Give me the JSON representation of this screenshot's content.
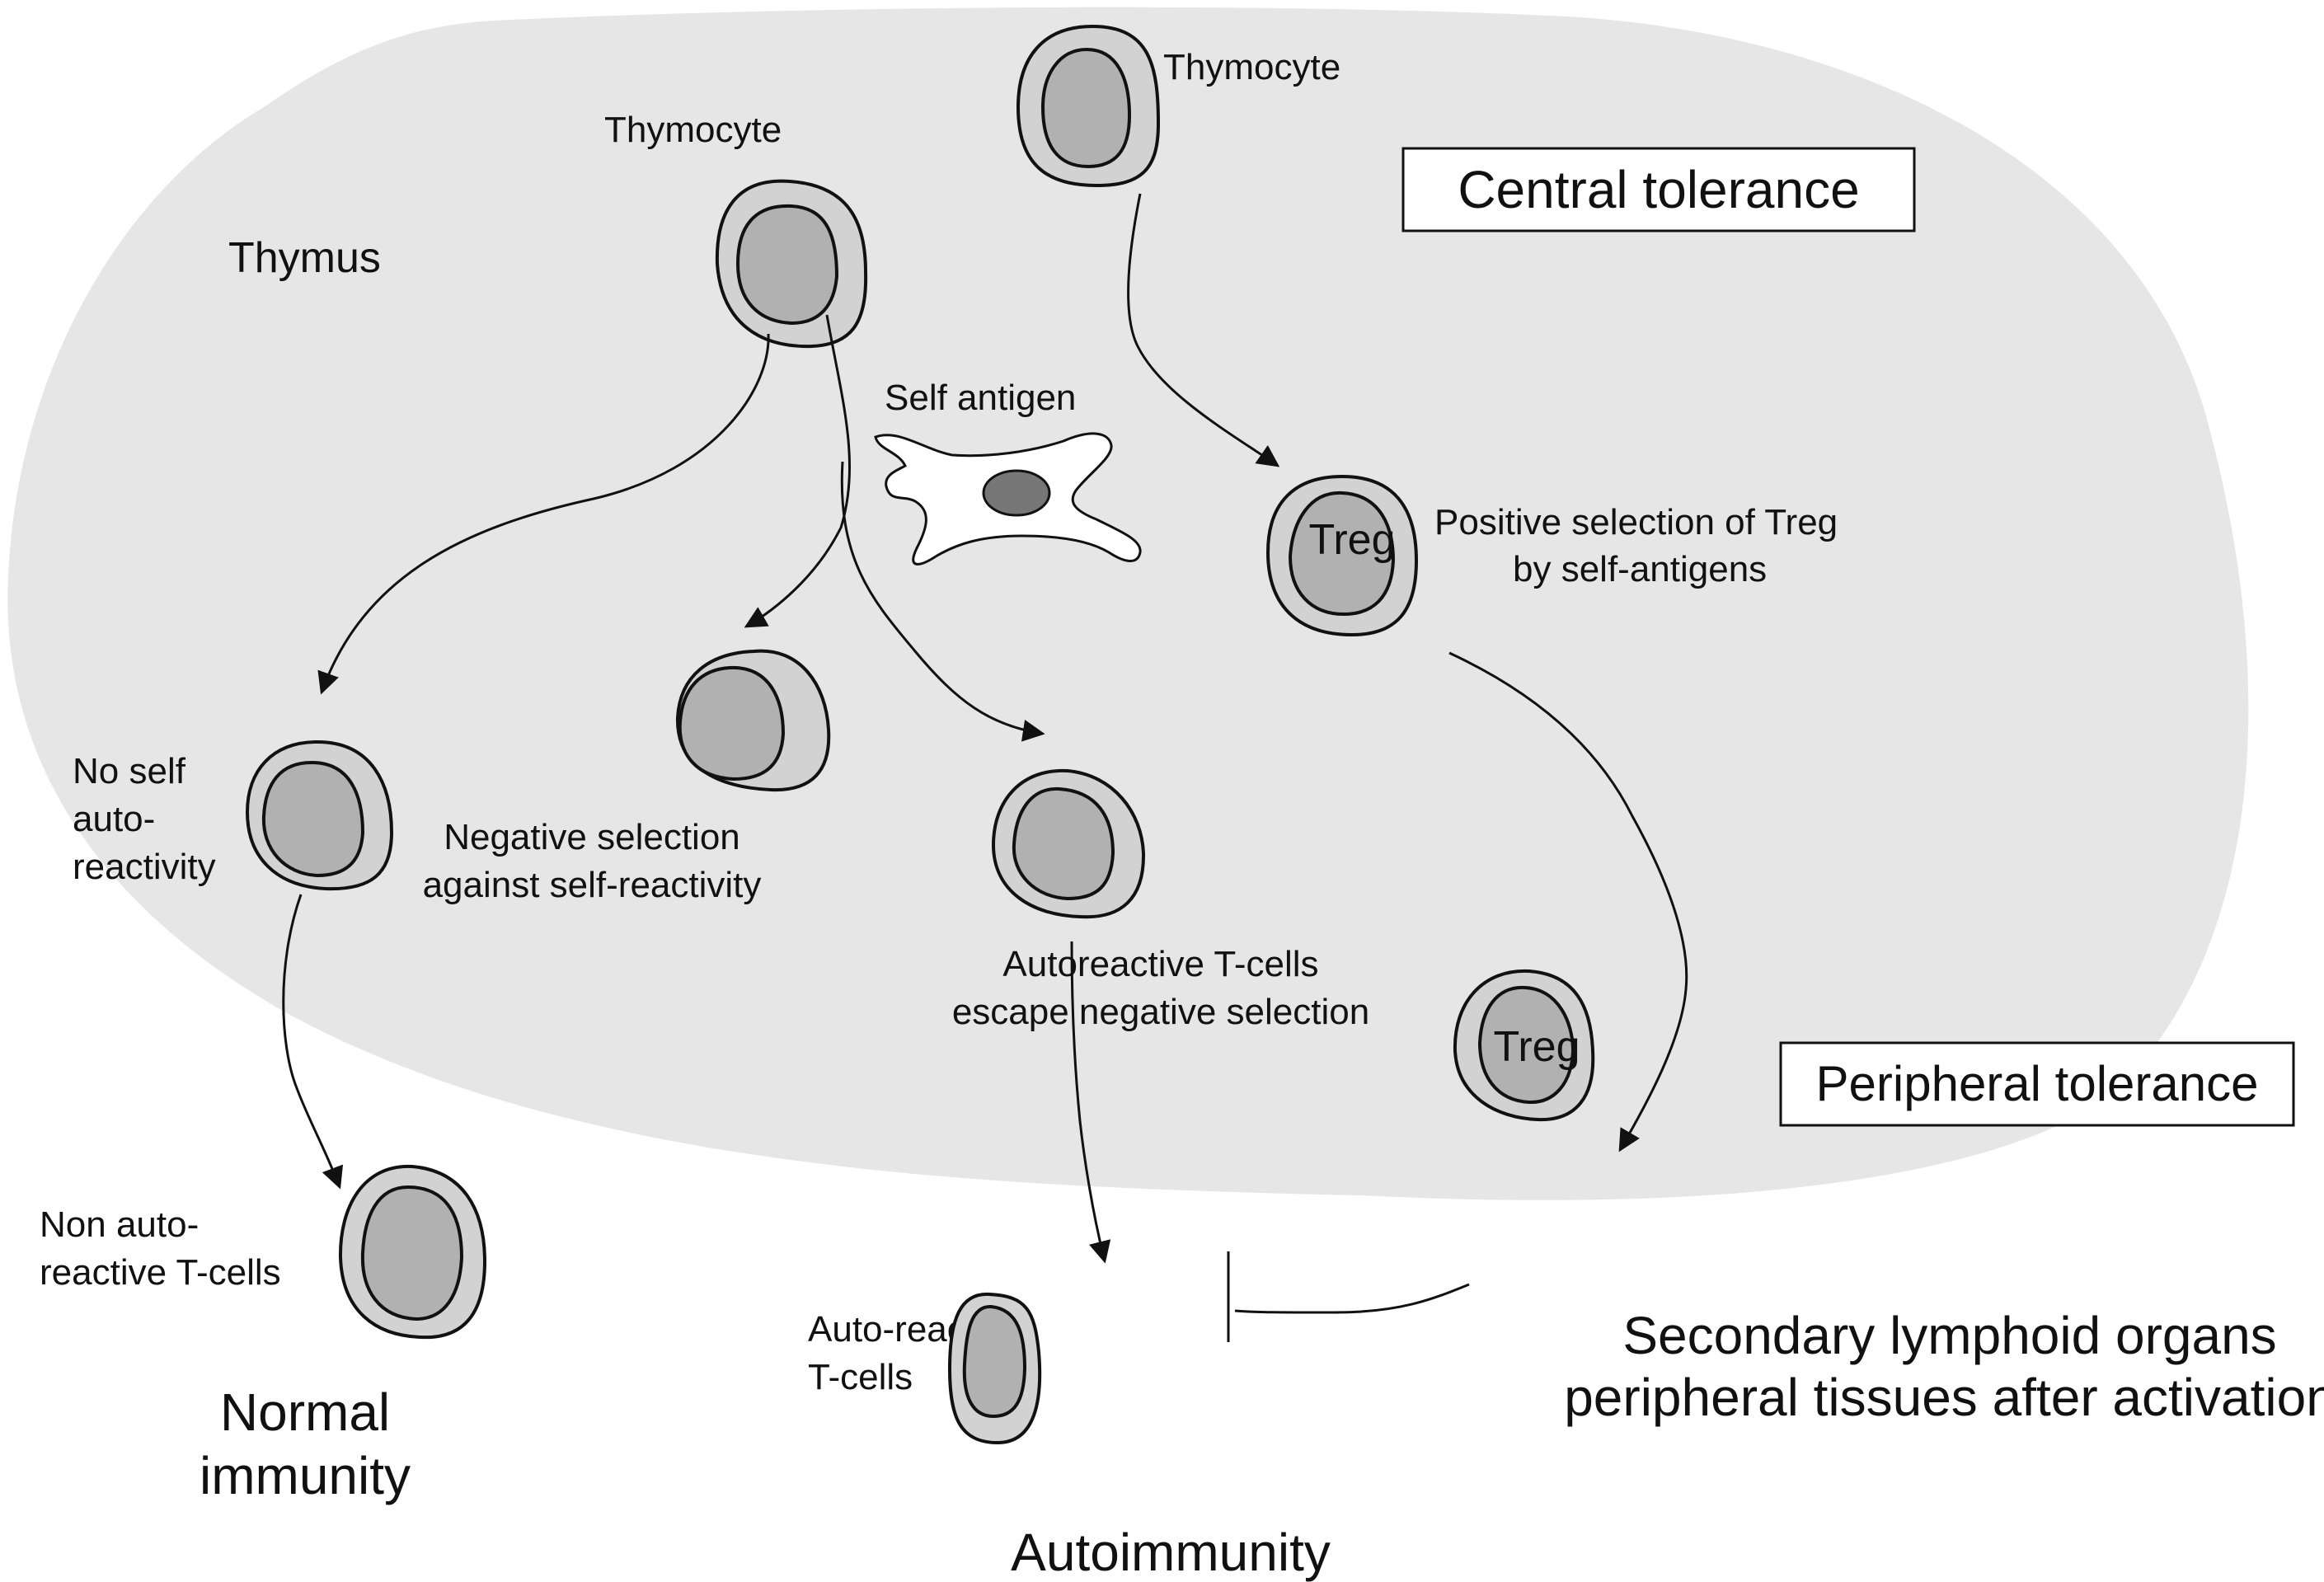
{
  "diagram": {
    "title": "Central and peripheral T-cell tolerance",
    "regions": {
      "thymus": "Thymus",
      "central_box": "Central tolerance",
      "peripheral_box": "Peripheral tolerance",
      "secondary_line1": "Secondary lymphoid organs",
      "secondary_line2": "peripheral tissues after activation"
    },
    "labels": {
      "thymocyte_left": "Thymocyte",
      "thymocyte_right": "Thymocyte",
      "self_antigen": "Self antigen",
      "treg_central": "Treg",
      "treg_peripheral": "Treg",
      "positive_line1": "Positive selection of Treg",
      "positive_line2": "by self-antigens",
      "noself_line1": "No self",
      "noself_line2": "auto-",
      "noself_line3": "reactivity",
      "negative_line1": "Negative selection",
      "negative_line2": "against self-reactivity",
      "escape_line1": "Autoreactive T-cells",
      "escape_line2": "escape negative selection",
      "nonauto_line1": "Non auto-",
      "nonauto_line2": "reactive T-cells",
      "autoreactive_line1": "Auto-reactive",
      "autoreactive_line2": "T-cells",
      "normal_line1": "Normal",
      "normal_line2": "immunity",
      "autoimmunity": "Autoimmunity"
    },
    "colors": {
      "thymus_fill": "#e6e6e6",
      "cell_cytoplasm": "#d2d2d2",
      "cell_nucleus": "#b1b1b1",
      "apc_nucleus": "#777777",
      "stroke": "#111111"
    }
  }
}
